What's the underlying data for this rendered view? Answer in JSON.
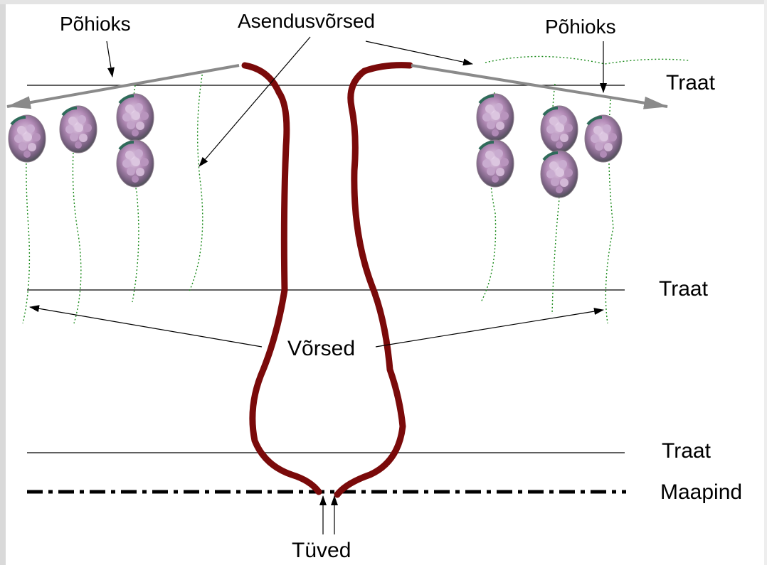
{
  "labels": {
    "pohioks_left": "Põhioks",
    "asendusvorsed": "Asendusvõrsed",
    "pohioks_right": "Põhioks",
    "traat_top": "Traat",
    "traat_middle": "Traat",
    "traat_bottom": "Traat",
    "maapind": "Maapind",
    "vorsed": "Võrsed",
    "tuved": "Tüved"
  },
  "colors": {
    "trunk": "#7a0a0a",
    "main_cane": "#8a8a8a",
    "shoot": "#1a8a1a",
    "wire": "#000000",
    "grape": "#b48cb8"
  },
  "icons": {
    "grape_cluster": "grape-cluster-icon"
  }
}
